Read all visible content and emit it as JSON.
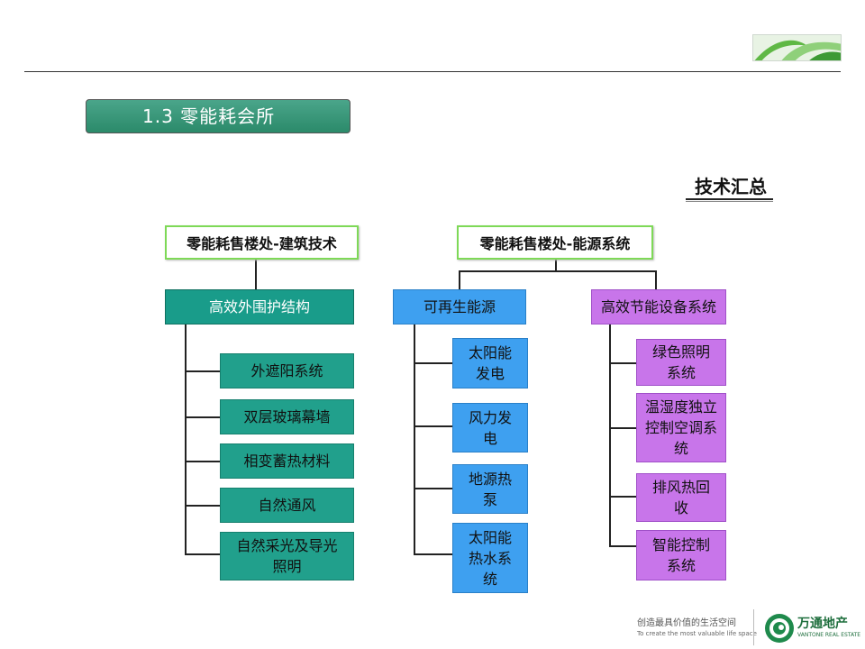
{
  "section_title": "1.3  零能耗会所",
  "summary_title": "技术汇总",
  "building": {
    "title": "零能耗售楼处-建筑技术",
    "category": "高效外围护结构",
    "items": [
      "外遮阳系统",
      "双层玻璃幕墙",
      "相变蓄热材料",
      "自然通风",
      "自然采光及导光照明"
    ]
  },
  "energy": {
    "title": "零能耗售楼处-能源系统",
    "renewable": {
      "label": "可再生能源",
      "items": [
        "太阳能发电",
        "风力发电",
        "地源热泵",
        "太阳能热水系统"
      ]
    },
    "equipment": {
      "label": "高效节能设备系统",
      "items": [
        "绿色照明系统",
        "温湿度独立控制空调系统",
        "排风热回收",
        "智能控制系统"
      ]
    }
  },
  "footer": {
    "slogan": "创造最具价值的生活空间",
    "slogan_en": "To create the most valuable life space",
    "brand": "万通地产",
    "brand_en": "VANTONE REAL ESTATE"
  },
  "colors": {
    "teal": "#199c8a",
    "blue": "#3ea0f0",
    "purple": "#c875ea",
    "green_border": "#7ed957",
    "title_green": "#2b8a6a"
  }
}
